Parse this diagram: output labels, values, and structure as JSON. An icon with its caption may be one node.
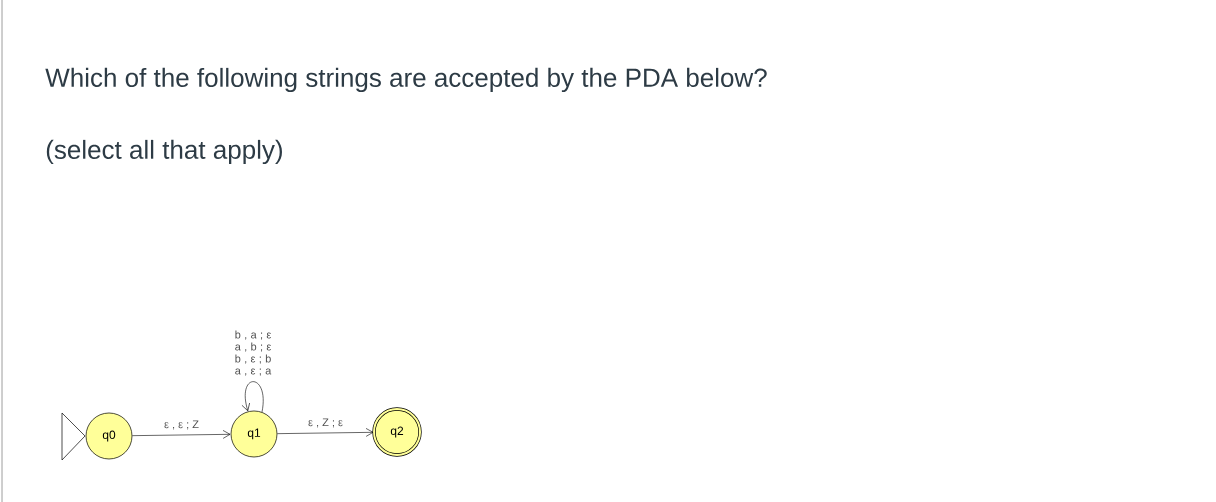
{
  "diagram": {
    "title": "Which of the following strings are accepted by the PDA below?",
    "nodes": [
      {
        "text": [
          "q0"
        ]
      },
      {
        "text": [
          "q1"
        ]
      },
      {
        "text": [
          "q2"
        ]
      }
    ],
    "edges": [
      {
        "from": 0,
        "to": 1,
        "arrow": "to",
        "label": "ε , ε ; Z"
      },
      {
        "from": 1,
        "to": 1,
        "arrow": "to",
        "label": "b , a ; ε a , b ; ε b , ε ; b a , ε ; a"
      },
      {
        "from": 1,
        "to": 2,
        "arrow": "to",
        "label": "ε , Z ; ε"
      }
    ],
    "labels": [
      "(select all that apply)"
    ]
  }
}
